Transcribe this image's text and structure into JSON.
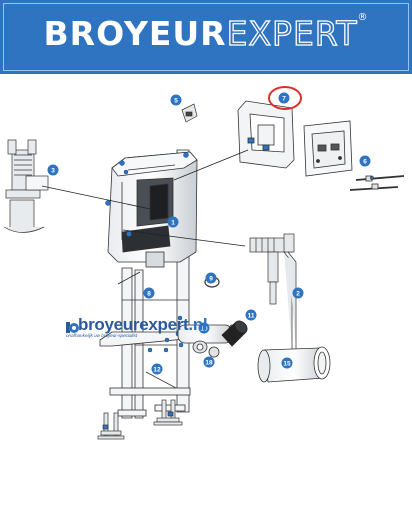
{
  "banner": {
    "brand_bold": "BROYEUR",
    "brand_outline": "EXPERT",
    "registered_mark": "®",
    "background": "#2f74c0"
  },
  "watermark": {
    "name": "broyeurexpert",
    "tld": ".nl",
    "tagline": "onafhankelijk uw broyeur-specialist"
  },
  "colors": {
    "callout": "#2f74c0",
    "highlight": "#d9302c",
    "line": "#333333"
  },
  "callouts": [
    "1",
    "2",
    "3",
    "5",
    "6",
    "7",
    "8",
    "9",
    "10",
    "11",
    "12",
    "15",
    "18"
  ],
  "highlighted_callout": "7"
}
